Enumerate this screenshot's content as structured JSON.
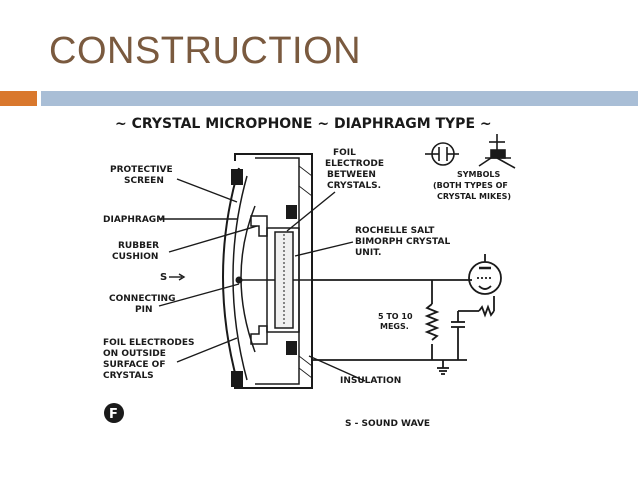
{
  "slide": {
    "title": "CONSTRUCTION",
    "accent_orange": "#d9782d",
    "accent_blue": "#a9bed6",
    "title_color": "#7a5a3f"
  },
  "diagram": {
    "title": "~ CRYSTAL MICROPHONE ~ DIAPHRAGM TYPE ~",
    "labels": {
      "protective_screen_1": "PROTECTIVE",
      "protective_screen_2": "SCREEN",
      "diaphragm": "DIAPHRAGM",
      "rubber_cushion_1": "RUBBER",
      "rubber_cushion_2": "CUSHION",
      "sound_marker": "S",
      "connecting_pin_1": "CONNECTING",
      "connecting_pin_2": "PIN",
      "foil_outside_1": "FOIL ELECTRODES",
      "foil_outside_2": "ON OUTSIDE",
      "foil_outside_3": "SURFACE OF",
      "foil_outside_4": "CRYSTALS",
      "foil_between_1": "FOIL",
      "foil_between_2": "ELECTRODE",
      "foil_between_3": "BETWEEN",
      "foil_between_4": "CRYSTALS.",
      "symbols_1": "SYMBOLS",
      "symbols_2": "(BOTH TYPES OF",
      "symbols_3": "CRYSTAL MIKES)",
      "rochelle_1": "ROCHELLE SALT",
      "rochelle_2": "BIMORPH CRYSTAL",
      "rochelle_3": "UNIT.",
      "resistor_1": "5 TO 10",
      "resistor_2": "MEGS.",
      "insulation": "INSULATION",
      "sound_wave": "S - SOUND WAVE",
      "figure_letter": "F"
    }
  }
}
